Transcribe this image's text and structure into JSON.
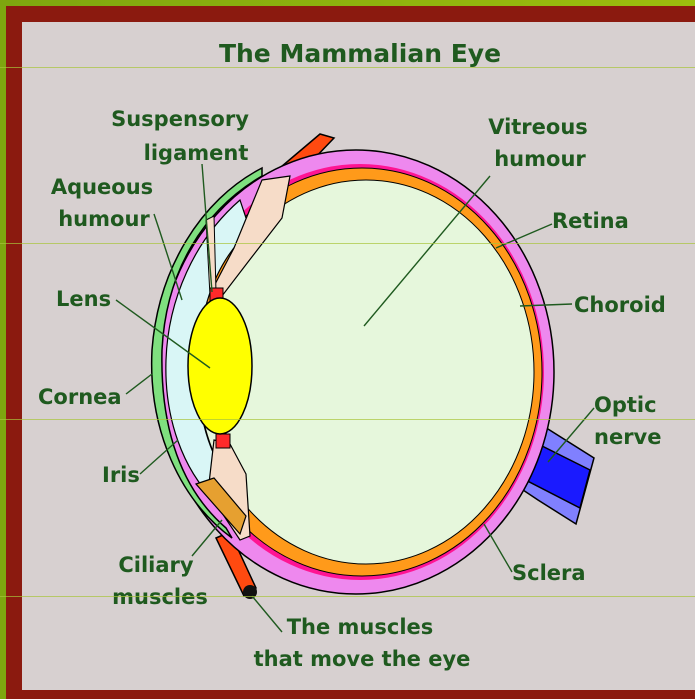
{
  "title": "The Mammalian Eye",
  "labels": {
    "suspensory_1": "Suspensory",
    "suspensory_2": "ligament",
    "aqueous_1": "Aqueous",
    "aqueous_2": "humour",
    "lens": "Lens",
    "cornea": "Cornea",
    "iris": "Iris",
    "ciliary_1": "Ciliary",
    "ciliary_2": "muscles",
    "muscles_1": "The muscles",
    "muscles_2": "that move the eye",
    "vitreous_1": "Vitreous",
    "vitreous_2": "humour",
    "retina": "Retina",
    "choroid": "Choroid",
    "optic_1": "Optic",
    "optic_2": "nerve",
    "sclera": "Sclera"
  },
  "colors": {
    "background_green": "#8fb012",
    "border_red": "#8b1a0f",
    "panel": "#d7d0d0",
    "sclera": "#ee88ee",
    "choroid": "#ff1493",
    "retina": "#ff9a1a",
    "vitreous": "#e6f7dc",
    "lens": "#ffff00",
    "cornea": "#7fe07f",
    "aqueous": "#d9f6f6",
    "ciliary": "#f6dcc8",
    "optic_nerve": "#1a1aff",
    "muscle": "#ff4a10",
    "label_text": "#1f5a1f"
  }
}
